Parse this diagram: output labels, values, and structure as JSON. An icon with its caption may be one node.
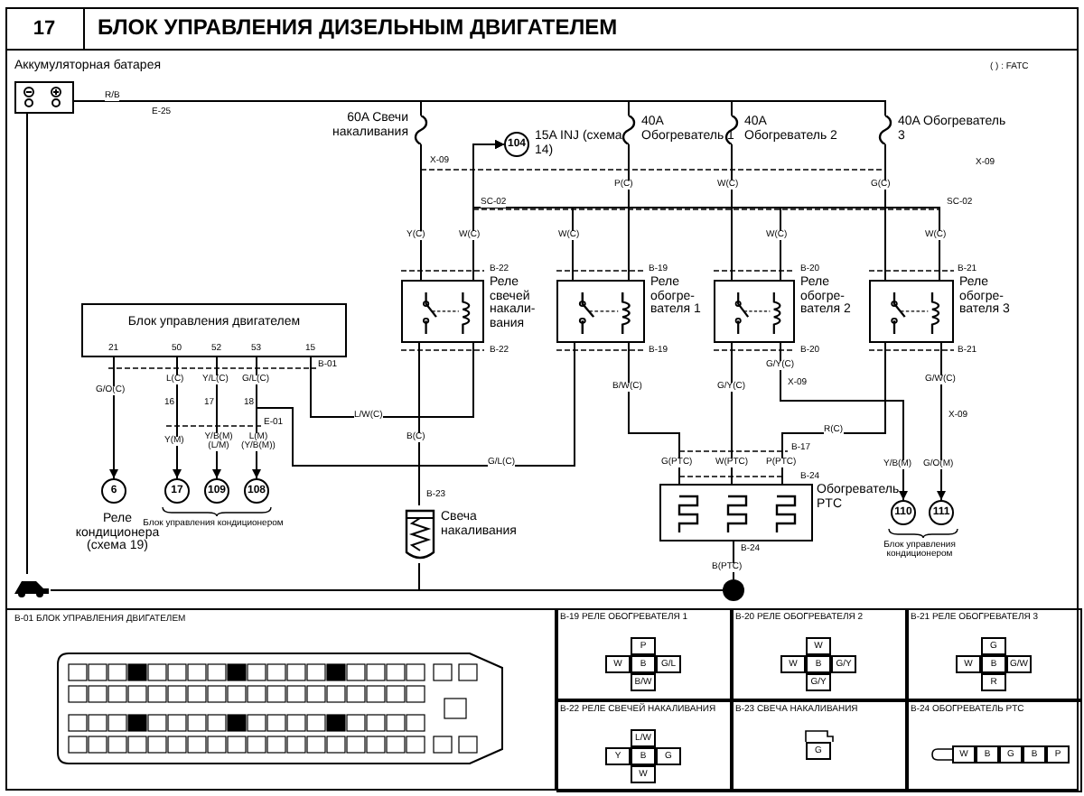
{
  "diagram": {
    "title": "БЛОК УПРАВЛЕНИЯ ДИЗЕЛЬНЫМ ДВИГАТЕЛЕМ",
    "nodes": [
      {
        "text": [
          "Аккумуляторная батарея"
        ]
      },
      {
        "text": [
          "60A Свечи накаливания"
        ]
      },
      {
        "text": [
          "40A Обогреватель 1"
        ]
      },
      {
        "text": [
          "40A Обогреватель 2"
        ]
      },
      {
        "text": [
          "40A Обогреватель 3"
        ]
      },
      {
        "text": [
          "104"
        ],
        "beside": [
          "15A INJ (схема 14)"
        ]
      },
      {
        "text": [],
        "shape": "box",
        "beside": [
          "Реле свечей накали- вания"
        ]
      },
      {
        "text": [],
        "shape": "box",
        "beside": [
          "Реле обогре- вателя 1"
        ]
      },
      {
        "text": [],
        "shape": "box",
        "beside": [
          "Реле обогре- вателя 2"
        ]
      },
      {
        "text": [],
        "shape": "box",
        "beside": [
          "Реле обогре- вателя 3"
        ]
      },
      {
        "text": [
          "Блок управления двигателем"
        ]
      },
      {
        "text": [],
        "shape": "plug",
        "beside": [
          "Свеча накаливания"
        ]
      },
      {
        "text": [],
        "shape": "box",
        "beside": [
          "Обогреватель PTC"
        ]
      },
      {
        "text": [
          "6"
        ],
        "beside": [
          "Реле кондиционера (схема 19)"
        ]
      },
      {
        "text": [
          "17"
        ]
      },
      {
        "text": [
          "109"
        ]
      },
      {
        "text": [
          "108"
        ]
      },
      {
        "text": [
          "110"
        ]
      },
      {
        "text": [
          "111"
        ]
      },
      {
        "text": [],
        "shape": "circle"
      },
      {
        "text": [],
        "shape": "ground"
      }
    ],
    "edges": [
      {
        "from": 0,
        "to": 1,
        "arrow": "none"
      },
      {
        "from": 0,
        "to": 2,
        "arrow": "none"
      },
      {
        "from": 0,
        "to": 3,
        "arrow": "none"
      },
      {
        "from": 0,
        "to": 4,
        "arrow": "none"
      },
      {
        "from": 1,
        "to": 6,
        "arrow": "none"
      },
      {
        "from": 2,
        "to": 7,
        "arrow": "none"
      },
      {
        "from": 3,
        "to": 8,
        "arrow": "none"
      },
      {
        "from": 4,
        "to": 9,
        "arrow": "none"
      },
      {
        "from": 6,
        "to": 5,
        "arrow": "to"
      },
      {
        "from": 7,
        "to": 5,
        "arrow": "to"
      },
      {
        "from": 8,
        "to": 5,
        "arrow": "to"
      },
      {
        "from": 9,
        "to": 5,
        "arrow": "to"
      },
      {
        "from": 6,
        "to": 11,
        "arrow": "none"
      },
      {
        "from": 10,
        "to": 6,
        "arrow": "none"
      },
      {
        "from": 10,
        "to": 7,
        "arrow": "none"
      },
      {
        "from": 10,
        "to": 13,
        "arrow": "to"
      },
      {
        "from": 10,
        "to": 14,
        "arrow": "to"
      },
      {
        "from": 10,
        "to": 15,
        "arrow": "to"
      },
      {
        "from": 10,
        "to": 16,
        "arrow": "to"
      },
      {
        "from": 7,
        "to": 12,
        "arrow": "none"
      },
      {
        "from": 8,
        "to": 12,
        "arrow": "none"
      },
      {
        "from": 9,
        "to": 12,
        "arrow": "none"
      },
      {
        "from": 8,
        "to": 17,
        "arrow": "to"
      },
      {
        "from": 9,
        "to": 18,
        "arrow": "to"
      },
      {
        "from": 12,
        "to": 19,
        "arrow": "none"
      },
      {
        "from": 11,
        "to": 20,
        "arrow": "none"
      },
      {
        "from": 19,
        "to": 20,
        "arrow": "none"
      },
      {
        "from": 0,
        "to": 20,
        "arrow": "none"
      }
    ],
    "labels": [
      "17",
      "( ) : FATC",
      "R/B",
      "E-25",
      "X-09",
      "X-09",
      "P(C)",
      "W(C)",
      "G(C)",
      "SC-02",
      "SC-02",
      "Y(C)",
      "W(C)",
      "W(C)",
      "W(C)",
      "W(C)",
      "B-22",
      "B-19",
      "B-20",
      "B-21",
      "21",
      "50",
      "52",
      "53",
      "15",
      "B-01",
      "B-22",
      "B-19",
      "B-20",
      "B-21",
      "G/O(C)",
      "L(C)",
      "Y/L(C)",
      "G/L(C)",
      "L/W(C)",
      "16",
      "17",
      "18",
      "E-01",
      "B(C)",
      "Y(M)",
      "Y/B(M) (L/M)",
      "L(M) (Y/B(M))",
      "G/L(C)",
      "B-23",
      "Блок управления кондиционером",
      "B/W(C)",
      "G/Y(C)",
      "G/Y(C)",
      "X-09",
      "R(C)",
      "G/W(C)",
      "X-09",
      "B-17",
      "G(PTC)",
      "W(PTC)",
      "P(PTC)",
      "B-24",
      "Y/B(M)",
      "G/O(M)",
      "B-24",
      "B(PTC)",
      "Блок управления кондиционером",
      "B-01 БЛОК УПРАВЛЕНИЯ ДВИГАТЕЛЕМ",
      "B-19 РЕЛЕ ОБОГРЕВАТЕЛЯ 1",
      "B-20 РЕЛЕ ОБОГРЕВАТЕЛЯ 2",
      "B-21 РЕЛЕ ОБОГРЕВАТЕЛЯ 3",
      "B-22 РЕЛЕ СВЕЧЕЙ НАКАЛИВАНИЯ",
      "B-23 СВЕЧА НАКАЛИВАНИЯ",
      "B-24 ОБОГРЕВАТЕЛЬ PTC",
      "P",
      "W",
      "B",
      "G/L",
      "B/W",
      "W",
      "W",
      "B",
      "G/Y",
      "G/Y",
      "G",
      "W",
      "B",
      "G/W",
      "R",
      "L/W",
      "Y",
      "B",
      "G",
      "W",
      "G",
      "W",
      "B",
      "G",
      "B",
      "P"
    ]
  }
}
